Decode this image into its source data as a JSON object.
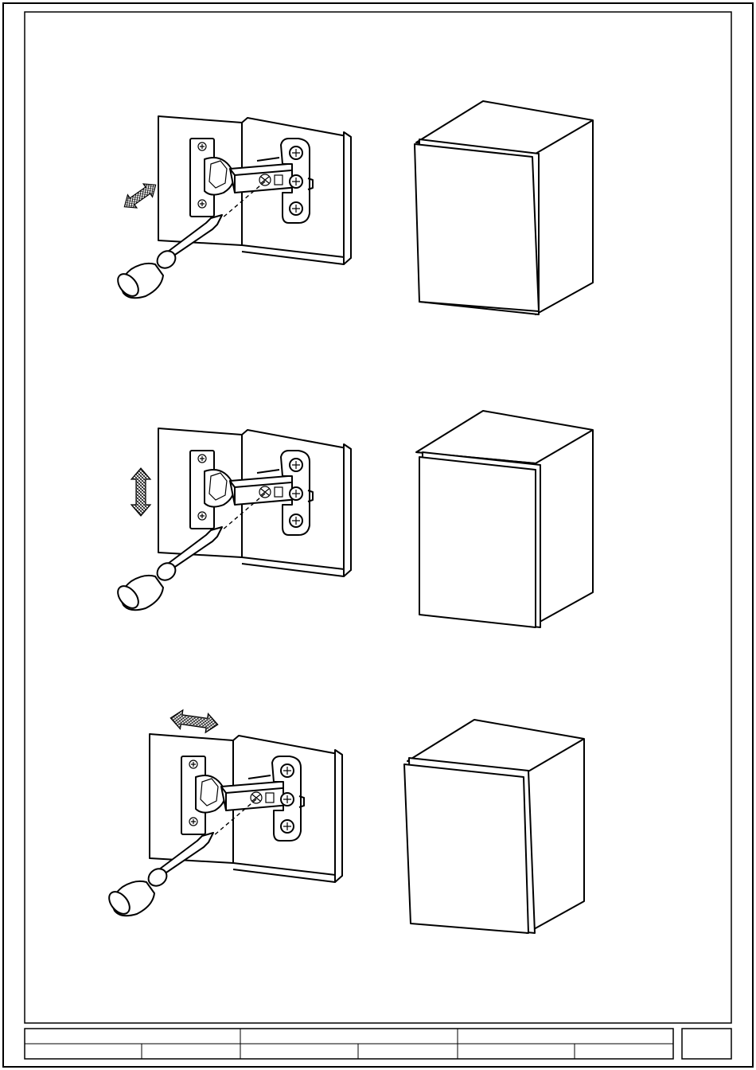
{
  "sheet": {
    "title_block": {
      "cells": [
        "",
        "",
        "",
        "",
        "",
        "",
        "",
        ""
      ],
      "page_box": ""
    }
  },
  "steps": [
    {
      "adjustment": "side-to-side",
      "arrow_direction": "diagonal"
    },
    {
      "adjustment": "up-and-down",
      "arrow_direction": "vertical"
    },
    {
      "adjustment": "depth",
      "arrow_direction": "horizontal"
    }
  ],
  "icons": {
    "hinge": "cabinet-hinge-icon",
    "screwdriver": "screwdriver-icon",
    "arrow": "double-arrow-icon",
    "cabinet": "cabinet-icon"
  }
}
